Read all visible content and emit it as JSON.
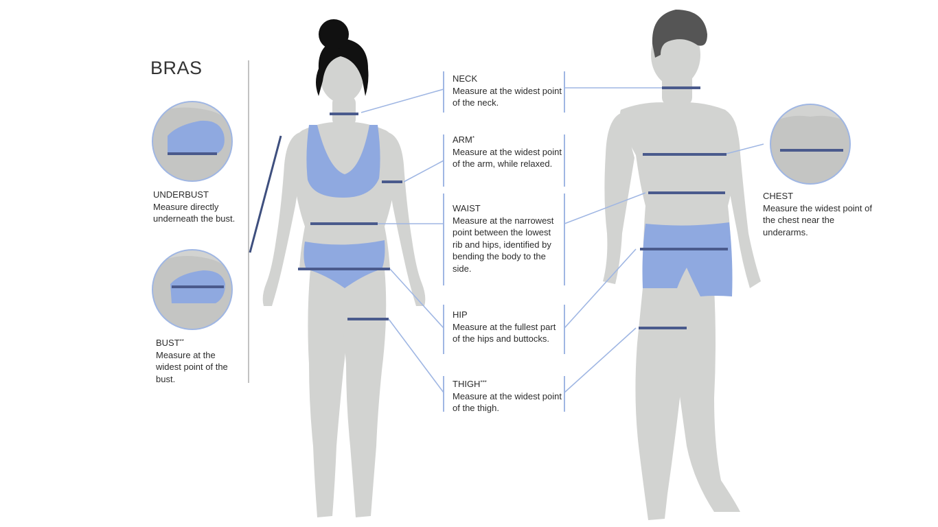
{
  "bras": {
    "title": "BRAS",
    "underbust": {
      "name": "UNDERBUST",
      "mark": "",
      "description": "Measure directly underneath the bust."
    },
    "bust": {
      "name": "BUST",
      "mark": "**",
      "description": "Measure at the widest point of the bust."
    }
  },
  "measurements": {
    "neck": {
      "name": "NECK",
      "mark": "",
      "description": "Measure at the widest point of the neck."
    },
    "arm": {
      "name": "ARM",
      "mark": "*",
      "description": "Measure at the widest point of the arm, while relaxed."
    },
    "waist": {
      "name": "WAIST",
      "mark": "",
      "description": "Measure at the narrowest point between the lowest rib and hips, identified by bending the body to the side."
    },
    "hip": {
      "name": "HIP",
      "mark": "",
      "description": "Measure at the fullest part of the hips and buttocks."
    },
    "thigh": {
      "name": "THIGH",
      "mark": "***",
      "description": "Measure at the widest point of the thigh."
    }
  },
  "chest": {
    "name": "CHEST",
    "mark": "",
    "description": "Measure the widest point of the chest near the underarms."
  },
  "colors": {
    "body": "#d2d3d1",
    "body_shadow": "#c4c5c3",
    "garment": "#8fa9e0",
    "band": "#4a5a8c",
    "leader": "#9fb6e3",
    "hair_woman": "#111111",
    "hair_man": "#555555"
  }
}
